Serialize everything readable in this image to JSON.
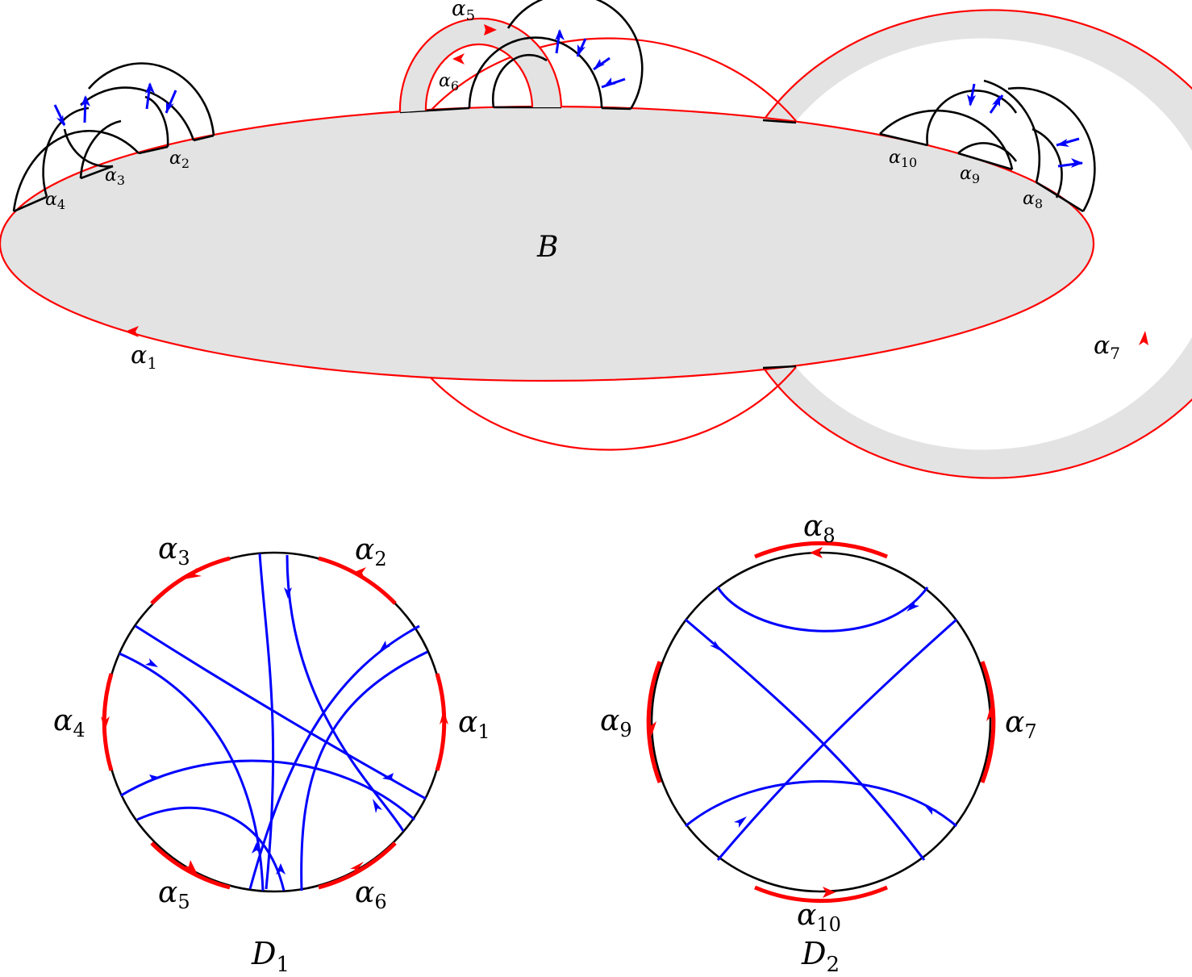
{
  "surface": {
    "disk_label": "B",
    "alpha_labels": [
      {
        "id": "a1",
        "base": "α",
        "sub": "1"
      },
      {
        "id": "a2",
        "base": "α",
        "sub": "2"
      },
      {
        "id": "a3",
        "base": "α",
        "sub": "3"
      },
      {
        "id": "a4",
        "base": "α",
        "sub": "4"
      },
      {
        "id": "a5",
        "base": "α",
        "sub": "5"
      },
      {
        "id": "a6",
        "base": "α",
        "sub": "6"
      },
      {
        "id": "a7",
        "base": "α",
        "sub": "7"
      },
      {
        "id": "a8",
        "base": "α",
        "sub": "8"
      },
      {
        "id": "a9",
        "base": "α",
        "sub": "9"
      },
      {
        "id": "a10",
        "base": "α",
        "sub": "10"
      }
    ]
  },
  "disk1": {
    "title_base": "D",
    "title_sub": "1",
    "labels": [
      {
        "base": "α",
        "sub": "1"
      },
      {
        "base": "α",
        "sub": "2"
      },
      {
        "base": "α",
        "sub": "3"
      },
      {
        "base": "α",
        "sub": "4"
      },
      {
        "base": "α",
        "sub": "5"
      },
      {
        "base": "α",
        "sub": "6"
      }
    ]
  },
  "disk2": {
    "title_base": "D",
    "title_sub": "2",
    "labels": [
      {
        "base": "α",
        "sub": "7"
      },
      {
        "base": "α",
        "sub": "8"
      },
      {
        "base": "α",
        "sub": "9"
      },
      {
        "base": "α",
        "sub": "10"
      }
    ]
  },
  "colors": {
    "boundary_arc": "#ff0000",
    "flow_line": "#0000ff",
    "surface_fill": "#e3e3e3",
    "handle_outline": "#000000"
  }
}
